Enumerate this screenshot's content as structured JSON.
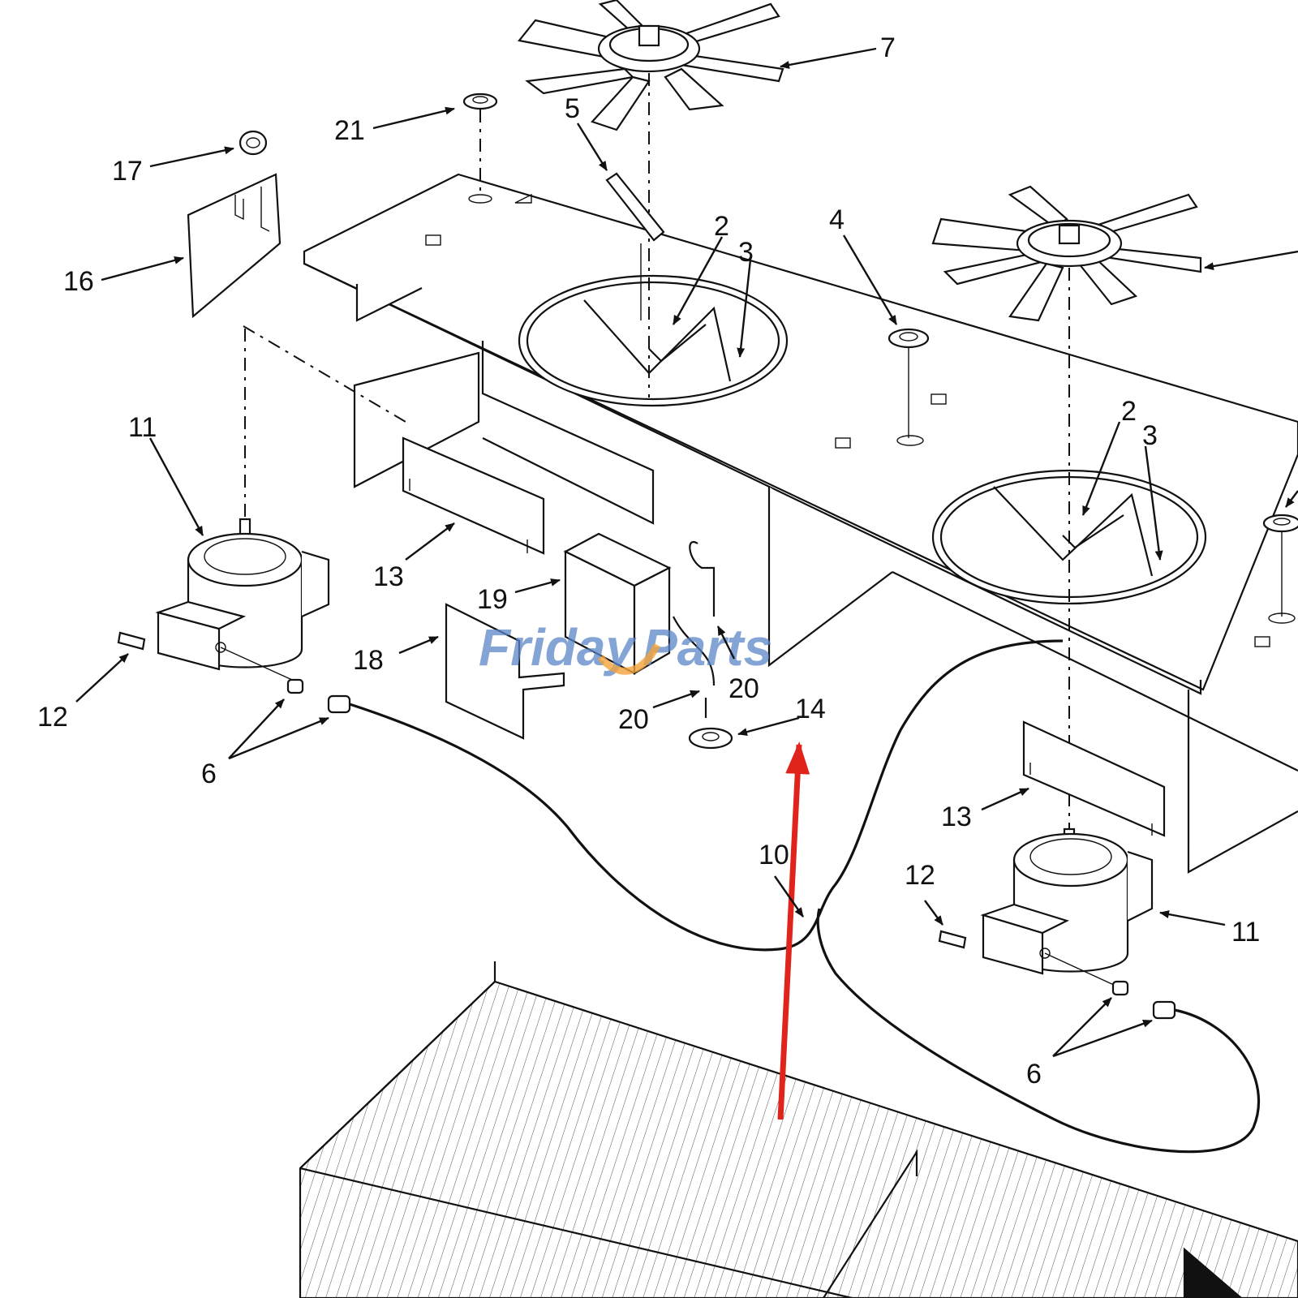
{
  "watermark": {
    "part1": "Friday",
    "part2": "Parts",
    "color_main": "#5a86c8",
    "color_accent": "#f2a33a"
  },
  "highlight_color": "#e0241b",
  "callouts": {
    "c2a": "2",
    "c3a": "3",
    "c2b": "2",
    "c3b": "3",
    "c4": "4",
    "c5": "5",
    "c6a": "6",
    "c6b": "6",
    "c7": "7",
    "c10": "10",
    "c11a": "11",
    "c11b": "11",
    "c12a": "12",
    "c12b": "12",
    "c13a": "13",
    "c13b": "13",
    "c14": "14",
    "c16": "16",
    "c17": "17",
    "c18": "18",
    "c19": "19",
    "c20a": "20",
    "c20b": "20",
    "c21": "21"
  }
}
